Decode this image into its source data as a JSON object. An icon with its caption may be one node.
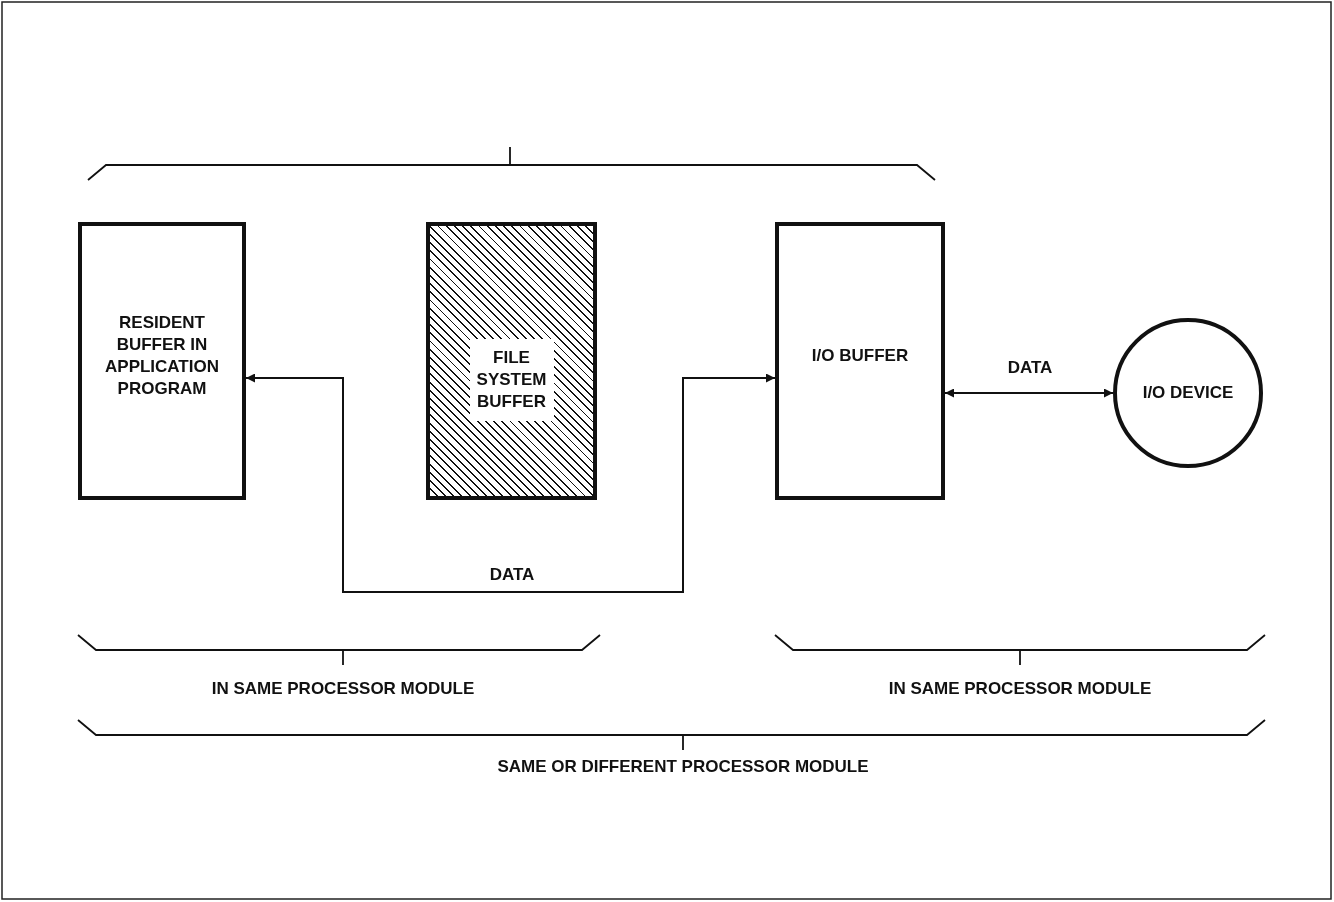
{
  "diagram": {
    "nodes": [
      {
        "text": [
          "RESIDENT BUFFER IN APPLICATION PROGRAM"
        ]
      },
      {
        "text": [
          "FILE SYSTEM BUFFER"
        ]
      },
      {
        "text": [
          "I/O BUFFER"
        ]
      },
      {
        "text": [
          "I/O DEVICE"
        ]
      }
    ],
    "edges": [
      {
        "from": 0,
        "to": 2,
        "arrow": "both",
        "label": "DATA"
      },
      {
        "from": 2,
        "to": 3,
        "arrow": "both",
        "label": "DATA"
      }
    ],
    "labels": [
      "IN SAME PROCESSOR MODULE",
      "IN SAME PROCESSOR MODULE",
      "SAME OR DIFFERENT PROCESSOR MODULE"
    ]
  }
}
